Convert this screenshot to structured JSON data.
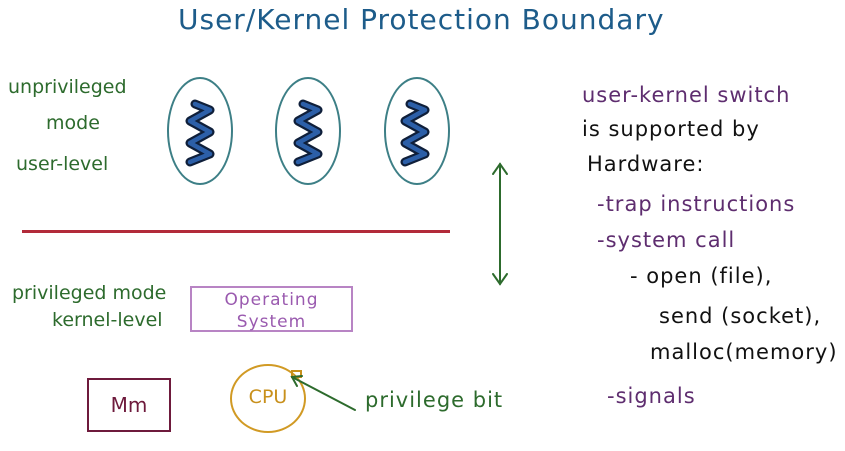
{
  "title": "User/Kernel Protection Boundary",
  "user_side": {
    "label_line1": "unprivileged",
    "label_line2": "mode",
    "label_line3": "user-level"
  },
  "kernel_side": {
    "label_line1": "privileged mode",
    "label_line2": "kernel-level",
    "os_line1": "Operating",
    "os_line2": "System",
    "memory_label": "Mm",
    "cpu_label": "CPU",
    "privilege_bit_label": "privilege bit"
  },
  "notes": {
    "line1": "user-kernel switch",
    "line2": "is supported by",
    "line3": "Hardware:",
    "bullet_trap": "-trap instructions",
    "bullet_syscall": "-system call",
    "sub_open": "- open (file),",
    "sub_send": "send (socket),",
    "sub_malloc": "malloc(memory)",
    "bullet_signals": "-signals"
  },
  "colors": {
    "title": "#1d5c8a",
    "green_labels": "#2d6b2d",
    "purple_notes": "#5e2d6f",
    "boundary_line": "#b22a3a",
    "process_ellipse": "#3d7f86",
    "thread_squiggle": "#1f3f7a",
    "os_box": "#b884c4",
    "memory_box": "#6e1a3c",
    "cpu": "#d19a24"
  }
}
